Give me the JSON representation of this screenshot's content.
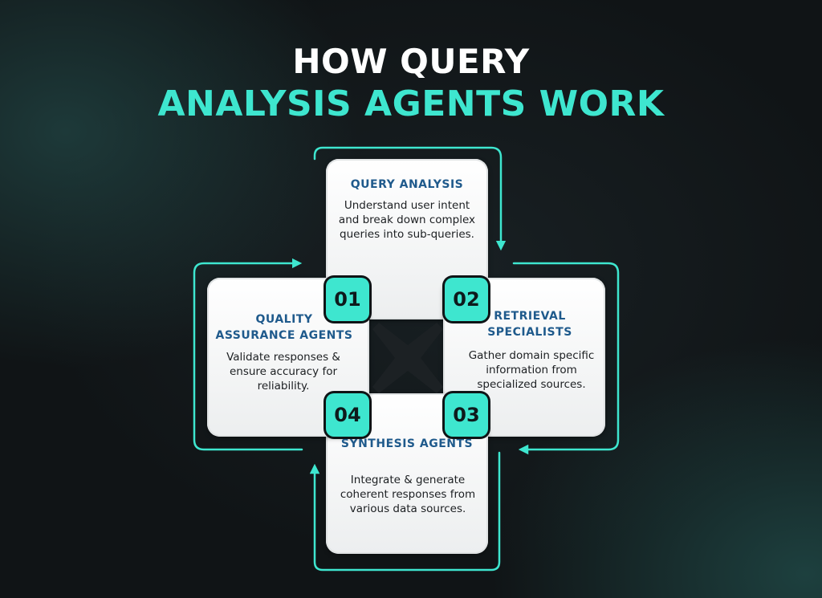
{
  "title": {
    "line1": "HOW QUERY",
    "line2": "ANALYSIS AGENTS WORK"
  },
  "colors": {
    "accent": "#3ee6cf",
    "heading": "#1f5a8c",
    "background": "#101416",
    "card": "#ffffff"
  },
  "steps": [
    {
      "number": "01",
      "heading": "QUERY ANALYSIS",
      "description": "Understand user intent and break down complex queries into sub-queries."
    },
    {
      "number": "02",
      "heading": "RETRIEVAL SPECIALISTS",
      "description": "Gather domain specific information from specialized sources."
    },
    {
      "number": "03",
      "heading": "SYNTHESIS AGENTS",
      "description": "Integrate & generate coherent responses from various data sources."
    },
    {
      "number": "04",
      "heading": "QUALITY ASSURANCE AGENTS",
      "description": "Validate responses & ensure accuracy for reliability."
    }
  ]
}
